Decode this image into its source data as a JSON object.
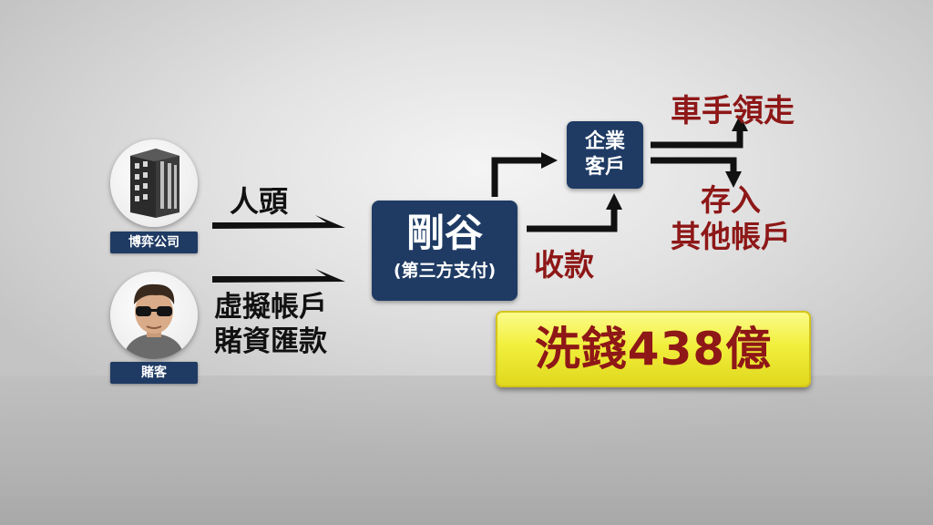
{
  "sources": [
    {
      "tag": "博弈公司",
      "icon": "office-building-icon"
    },
    {
      "tag": "賭客",
      "icon": "gambler-sunglasses-icon"
    }
  ],
  "arrow_labels": {
    "top": "人頭",
    "bottom_line1": "虛擬帳戶",
    "bottom_line2": "賭資匯款"
  },
  "payment_company": {
    "name": "剛谷",
    "subtitle": "(第三方支付)"
  },
  "collect_label": "收款",
  "business_client": {
    "line1": "企業",
    "line2": "客戶"
  },
  "outcomes": {
    "withdraw": "車手領走",
    "deposit_line1": "存入",
    "deposit_line2": "其他帳戶"
  },
  "headline": "洗錢438億",
  "colors": {
    "navy": "#1f3b64",
    "dark_red": "#8e1717",
    "highlight_yellow": "#f1ef3c",
    "arrow": "#111111"
  }
}
